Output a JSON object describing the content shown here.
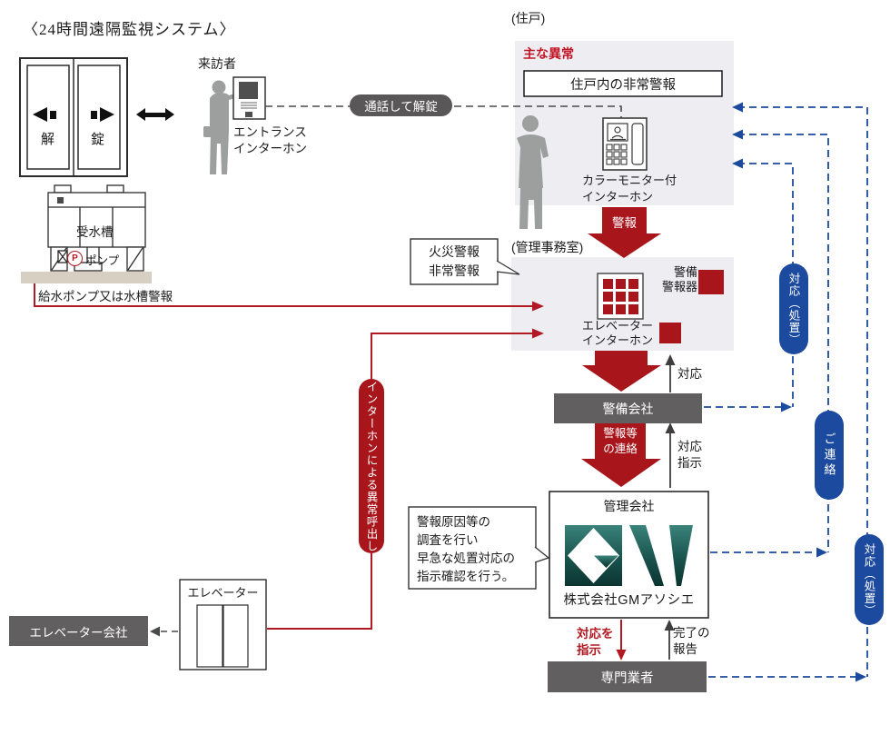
{
  "title": "〈24時間遠隔監視システム〉",
  "door": {
    "unlock": "解",
    "lock": "錠"
  },
  "visitor": {
    "label": "来訪者",
    "intercom": "エントランス\nインターホン"
  },
  "talk_pill": "通話して解錠",
  "tank": {
    "name": "受水槽",
    "p": "P",
    "pump": "ポンプ",
    "alarm": "給水ポンプ又は水槽警報"
  },
  "unit": {
    "header": "(住戸)",
    "abnormal": "主な異常",
    "emergency": "住戸内の非常警報",
    "intercom": "カラーモニター付\nインターホン",
    "alarm": "警報"
  },
  "office": {
    "header": "(管理事務室)",
    "fire_bubble": "火災警報\n非常警報",
    "alarm_device": "警備\n警報器",
    "elevator_intercom": "エレベーター\nインターホン"
  },
  "security": {
    "company": "警備会社",
    "respond": "対応",
    "alarm_contact": "警報等\nの連絡",
    "respond_instruct": "対応\n指示"
  },
  "management": {
    "label": "管理会社",
    "company": "株式会社GMアソシエ",
    "note": "警報原因等の\n調査を行い\n早急な処置対応の\n指示確認を行う。"
  },
  "specialist": {
    "instruct": "対応を\n指示",
    "report": "完了の\n報告",
    "company": "専門業者"
  },
  "elevator": {
    "label": "エレベーター",
    "company": "エレベーター会社"
  },
  "call_pill": "インターホンによる異常呼出し",
  "blue": {
    "respond_top": "対応（処置）",
    "contact": "ご連絡",
    "respond_bottom": "対応（処置）"
  },
  "colors": {
    "accent_red": "#a8161c",
    "line_red": "#b11a22",
    "blue": "#1c4a9e",
    "bar_gray": "#615f5f",
    "panel_bg": "#ededf2",
    "logo_teal": "#1a5a53"
  }
}
